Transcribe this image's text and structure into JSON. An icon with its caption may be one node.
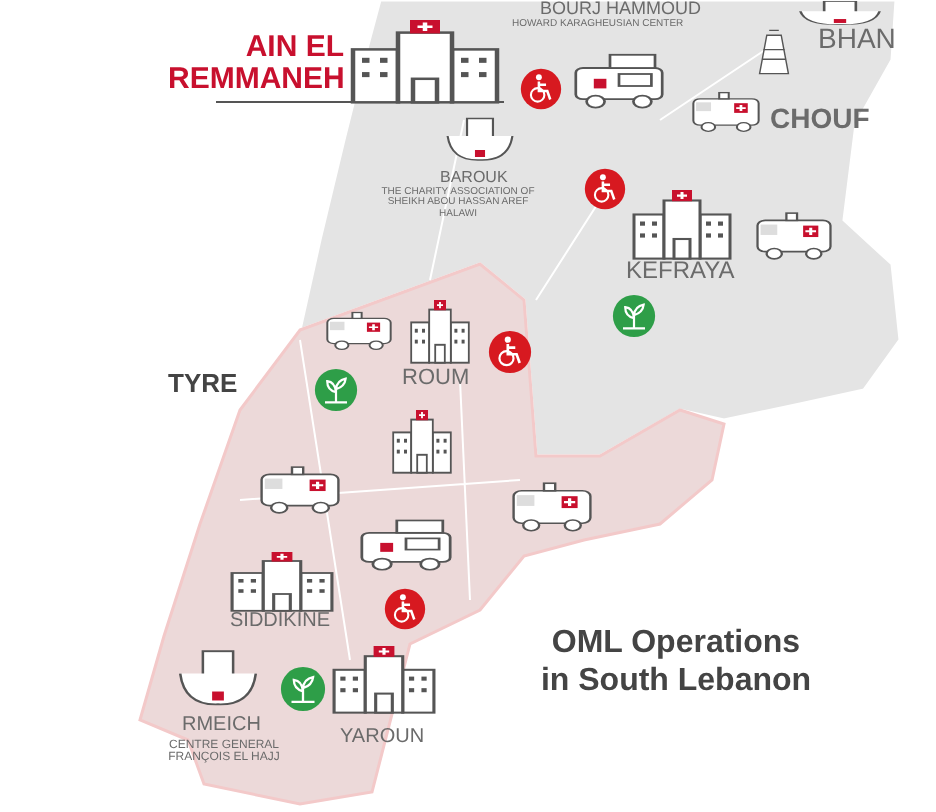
{
  "diagram": {
    "title": "OML Operations in South Lebanon",
    "labels": [
      "BOURJ HAMMOUD",
      "HOWARD KARAGHEUSIAN CENTER",
      "BHAN",
      "AIN EL REMMANEH",
      "CHOUF",
      "BAROUK",
      "THE CHARITY ASSOCIATION OF SHEIKH ABOU HASSAN AREF HALAWI",
      "KEFRAYA",
      "TYRE",
      "ROUM",
      "SIDDIKINE",
      "RMEICH",
      "CENTRE GENERAL FRANÇOIS EL HAJJ",
      "YAROUN"
    ]
  }
}
